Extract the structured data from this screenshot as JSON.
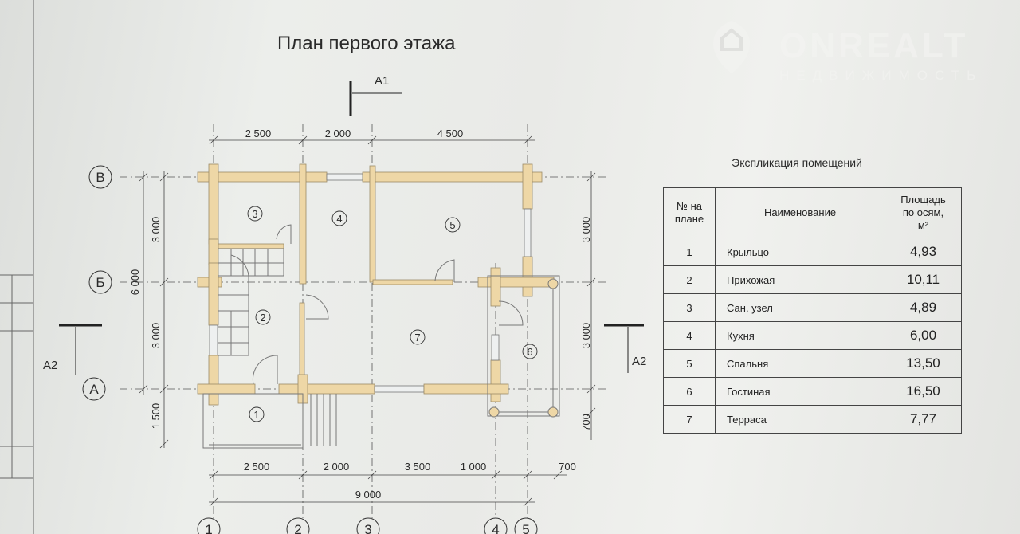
{
  "title": "План первого этажа",
  "watermark": {
    "brand": "ONREALT",
    "subtitle": "НЕДВИЖИМОСТЬ"
  },
  "sections": {
    "a1": "A1",
    "a2_left": "A2",
    "a2_right": "A2"
  },
  "axes": {
    "rows": [
      "В",
      "Б",
      "А"
    ],
    "cols": [
      "1",
      "2",
      "3",
      "4",
      "5"
    ]
  },
  "dimensions": {
    "top": [
      "2 500",
      "2 000",
      "4 500"
    ],
    "bottom": [
      "2 500",
      "2 000",
      "3 500",
      "1 000",
      "700"
    ],
    "total": "9 000",
    "left_total": "6 000",
    "left": [
      "3 000",
      "3 000",
      "1 500"
    ],
    "right": [
      "3 000",
      "3 000",
      "700"
    ]
  },
  "room_numbers": [
    "1",
    "2",
    "3",
    "4",
    "5",
    "6",
    "7"
  ],
  "explication": {
    "title": "Экспликация помещений",
    "headers": {
      "num": "№ на плане",
      "name": "Наименование",
      "area_line1": "Площадь",
      "area_line2": "по осям,",
      "area_unit": "м²"
    },
    "rows": [
      {
        "num": "1",
        "name": "Крыльцо",
        "area": "4,93"
      },
      {
        "num": "2",
        "name": "Прихожая",
        "area": "10,11"
      },
      {
        "num": "3",
        "name": "Сан. узел",
        "area": "4,89"
      },
      {
        "num": "4",
        "name": "Кухня",
        "area": "6,00"
      },
      {
        "num": "5",
        "name": "Спальня",
        "area": "13,50"
      },
      {
        "num": "6",
        "name": "Гостиная",
        "area": "16,50"
      },
      {
        "num": "7",
        "name": "Терраса",
        "area": "7,77"
      }
    ]
  }
}
